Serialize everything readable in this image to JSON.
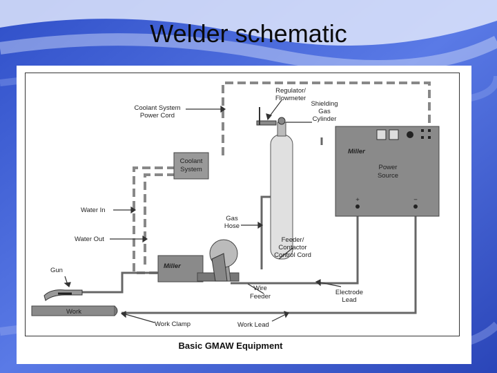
{
  "title": "Welder schematic",
  "caption": "Basic GMAW Equipment",
  "labels": {
    "regulator_flowmeter": [
      "Regulator/",
      "Flowmeter"
    ],
    "shielding_gas_cylinder": [
      "Shielding",
      "Gas",
      "Cylinder"
    ],
    "coolant_system_power_cord": [
      "Coolant System",
      "Power Cord"
    ],
    "coolant_system": [
      "Coolant",
      "System"
    ],
    "water_in": "Water In",
    "water_out": "Water Out",
    "gas_hose": [
      "Gas",
      "Hose"
    ],
    "feeder_contactor_control_cord": [
      "Feeder/",
      "Contactor",
      "Control Cord"
    ],
    "gun": "Gun",
    "wire_feeder": [
      "Wire",
      "Feeder"
    ],
    "electrode_lead": [
      "Electrode",
      "Lead"
    ],
    "work": "Work",
    "work_clamp": "Work Clamp",
    "work_lead": "Work Lead",
    "power_source": [
      "Power",
      "Source"
    ],
    "plus": "+",
    "minus": "−"
  },
  "logos": {
    "power_source_brand": "Miller",
    "wire_feeder_brand": "Miller"
  },
  "colors": {
    "slide_background": "#3f5fd6",
    "equipment_gray": "#8a8a8a"
  }
}
